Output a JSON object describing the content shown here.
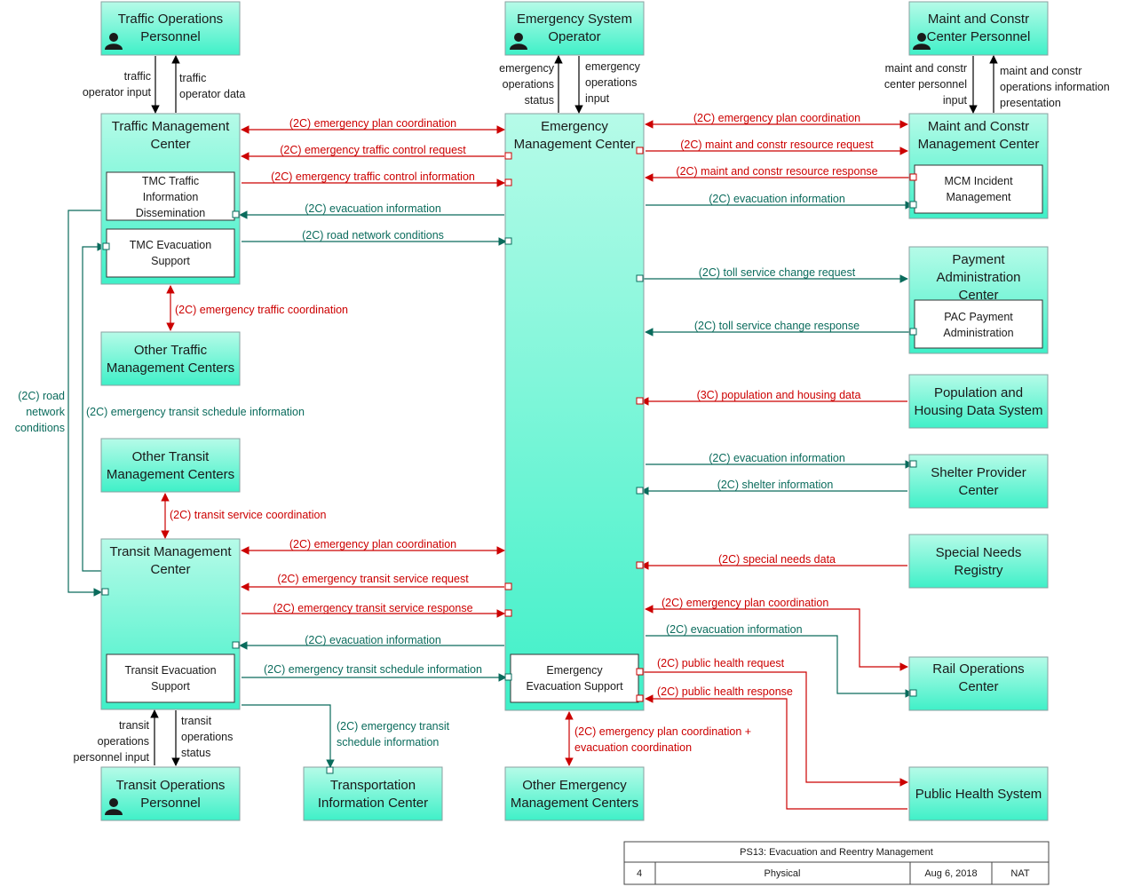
{
  "colors": {
    "red": "#cc0000",
    "teal": "#0a6b5c",
    "black": "#000000",
    "box_fill": "#3ff0c8",
    "box_fill_light": "#b6fbe8",
    "box_stroke": "#8aa0a0"
  },
  "nodes": {
    "top": "Traffic Operations|Personnel",
    "eso": "Emergency System|Operator",
    "mcp": "Maint and Constr|Center Personnel",
    "tmc": "Traffic Management|Center",
    "emc": "Emergency|Management Center",
    "mcm": "Maint and Constr|Management Center",
    "otmc": "Other Traffic|Management Centers",
    "pac": "Payment|Administration|Center",
    "phds": "Population and|Housing Data System",
    "otrmc": "Other Transit|Management Centers",
    "spc": "Shelter Provider|Center",
    "snr": "Special Needs|Registry",
    "trmc": "Transit Management|Center",
    "roc": "Rail Operations|Center",
    "tro": "Transit Operations|Personnel",
    "tic": "Transportation|Information Center",
    "oemc": "Other Emergency|Management Centers",
    "phs": "Public Health System"
  },
  "subs": {
    "tmc_tid": "TMC Traffic|Information|Dissemination",
    "tmc_es": "TMC Evacuation|Support",
    "mcm_im": "MCM Incident|Management",
    "pac_pa": "PAC Payment|Administration",
    "trmc_es": "Transit Evacuation|Support",
    "emc_es": "Emergency|Evacuation Support"
  },
  "flows": {
    "f1": "(2C) emergency plan coordination",
    "f2": "(2C) emergency traffic control request",
    "f3": "(2C) emergency traffic control information",
    "f4": "(2C) evacuation information",
    "f5": "(2C) road network conditions",
    "f6": "(2C) emergency plan coordination",
    "f7": "(2C) maint and constr resource request",
    "f8": "(2C) maint and constr resource response",
    "f9": "(2C) evacuation information",
    "f10": "(2C) toll service change request",
    "f11": "(2C) toll service change response",
    "f12": "(3C) population and housing data",
    "f13": "(2C) evacuation information",
    "f14": "(2C) shelter information",
    "f15": "(2C) special needs data",
    "f16": "(2C) emergency plan coordination",
    "f17": "(2C) evacuation information",
    "f18": "(2C) public health request",
    "f19": "(2C) public health response",
    "f20": "(2C) emergency traffic coordination",
    "f21": "(2C) transit service coordination",
    "f22": "(2C) emergency plan coordination",
    "f23": "(2C) emergency transit service request",
    "f24": "(2C) emergency transit service response",
    "f25": "(2C) evacuation information",
    "f26": "(2C) emergency transit schedule information",
    "f27": "(2C) emergency transit|schedule information",
    "f28": "(2C) emergency transit schedule information",
    "f29": "(2C) road|network|conditions",
    "f30": "(2C) emergency plan coordination +|evacuation coordination",
    "h1": "traffic|operator input",
    "h2": "traffic|operator data",
    "h3": "emergency|operations|status",
    "h4": "emergency|operations|input",
    "h5": "maint and constr|center personnel|input",
    "h6": "maint and constr|operations information|presentation",
    "h7": "transit|operations|personnel input",
    "h8": "transit|operations|status"
  },
  "title_block": {
    "title": "PS13: Evacuation and Reentry Management",
    "num": "4",
    "view": "Physical",
    "date": "Aug 6, 2018",
    "org": "NAT"
  }
}
